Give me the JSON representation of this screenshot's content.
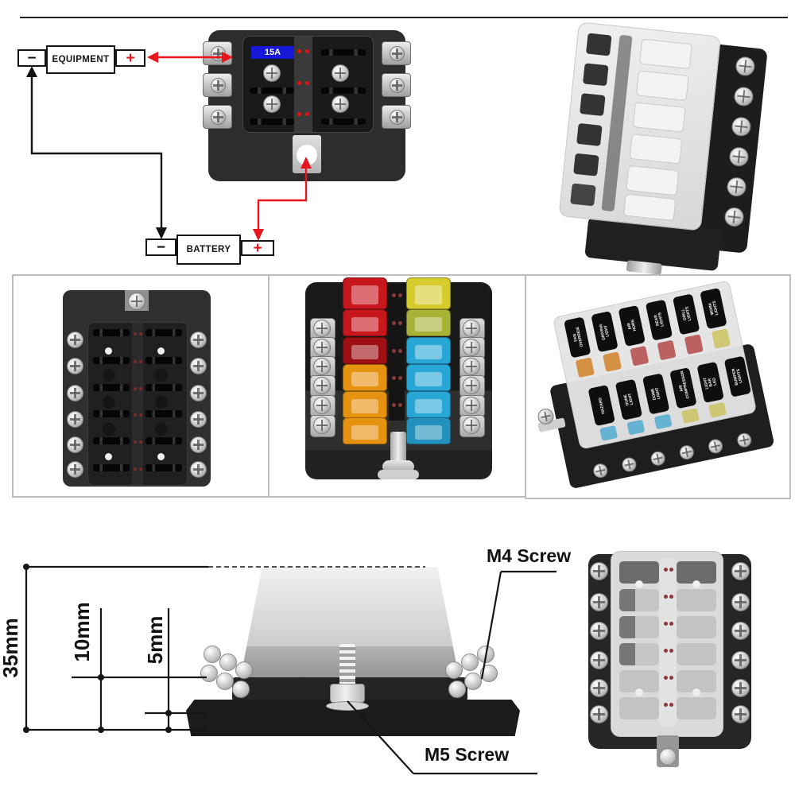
{
  "product_diagram": {
    "wiring": {
      "equipment_minus": "−",
      "equipment_label": "EQUIPMENT",
      "equipment_plus": "+",
      "battery_minus": "−",
      "battery_label": "BATTERY",
      "battery_plus": "+",
      "fuse_rating_display": "15A"
    },
    "dimensions": {
      "overall_height": "35mm",
      "terminal_stack_height": "10mm",
      "base_plate_height": "5mm"
    },
    "annotations": {
      "m4_screw": "M4 Screw",
      "m5_screw": "M5 Screw"
    },
    "fuse_circuit_labels": {
      "far_row": [
        "FAN OVERRIDE",
        "DRIVING LIGHT",
        "AIR HORN",
        "REAR LIGHTS",
        "GRILL LIGHTS",
        "WORK LIGHTS"
      ],
      "near_row": [
        "HAZARD",
        "DUNE LIGHT",
        "DOME LIGHT",
        "AIR COMPRESSOR",
        "LIGHT BAR LED",
        "BUMPER LIGHTS"
      ]
    },
    "colors": {
      "wire_positive_red": "#e8151b",
      "wire_negative_black": "#1a1a1a",
      "rating_display_blue": "#1717d8",
      "led_indicator_red": "#e02020",
      "fuse_red": "#c8161d",
      "fuse_orange": "#e59210",
      "fuse_yellow": "#d6cc2e",
      "fuse_yellow_green": "#a9b236",
      "fuse_blue": "#28a7d7"
    }
  }
}
